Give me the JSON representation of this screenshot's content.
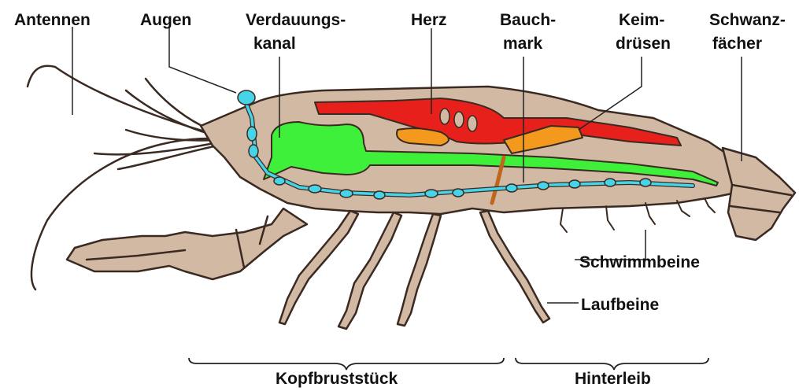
{
  "labels": {
    "antennen": "Antennen",
    "augen": "Augen",
    "verdauungskanal_1": "Verdauungs-",
    "verdauungskanal_2": "kanal",
    "herz": "Herz",
    "bauchmark_1": "Bauch-",
    "bauchmark_2": "mark",
    "keimdruesen_1": "Keim-",
    "keimdruesen_2": "drüsen",
    "schwanzfaecher_1": "Schwanz-",
    "schwanzfaecher_2": "fächer",
    "schwimmbeine": "Schwimmbeine",
    "laufbeine": "Laufbeine",
    "kopfbruststueck": "Kopfbruststück",
    "hinterleib": "Hinterleib"
  },
  "colors": {
    "body": "#d2b9a4",
    "outline": "#3a2a22",
    "heart": "#e8201c",
    "digestive": "#3ef03a",
    "nerve": "#45d4e8",
    "gonad": "#f39a1e",
    "nerve_brown": "#c0651c"
  }
}
